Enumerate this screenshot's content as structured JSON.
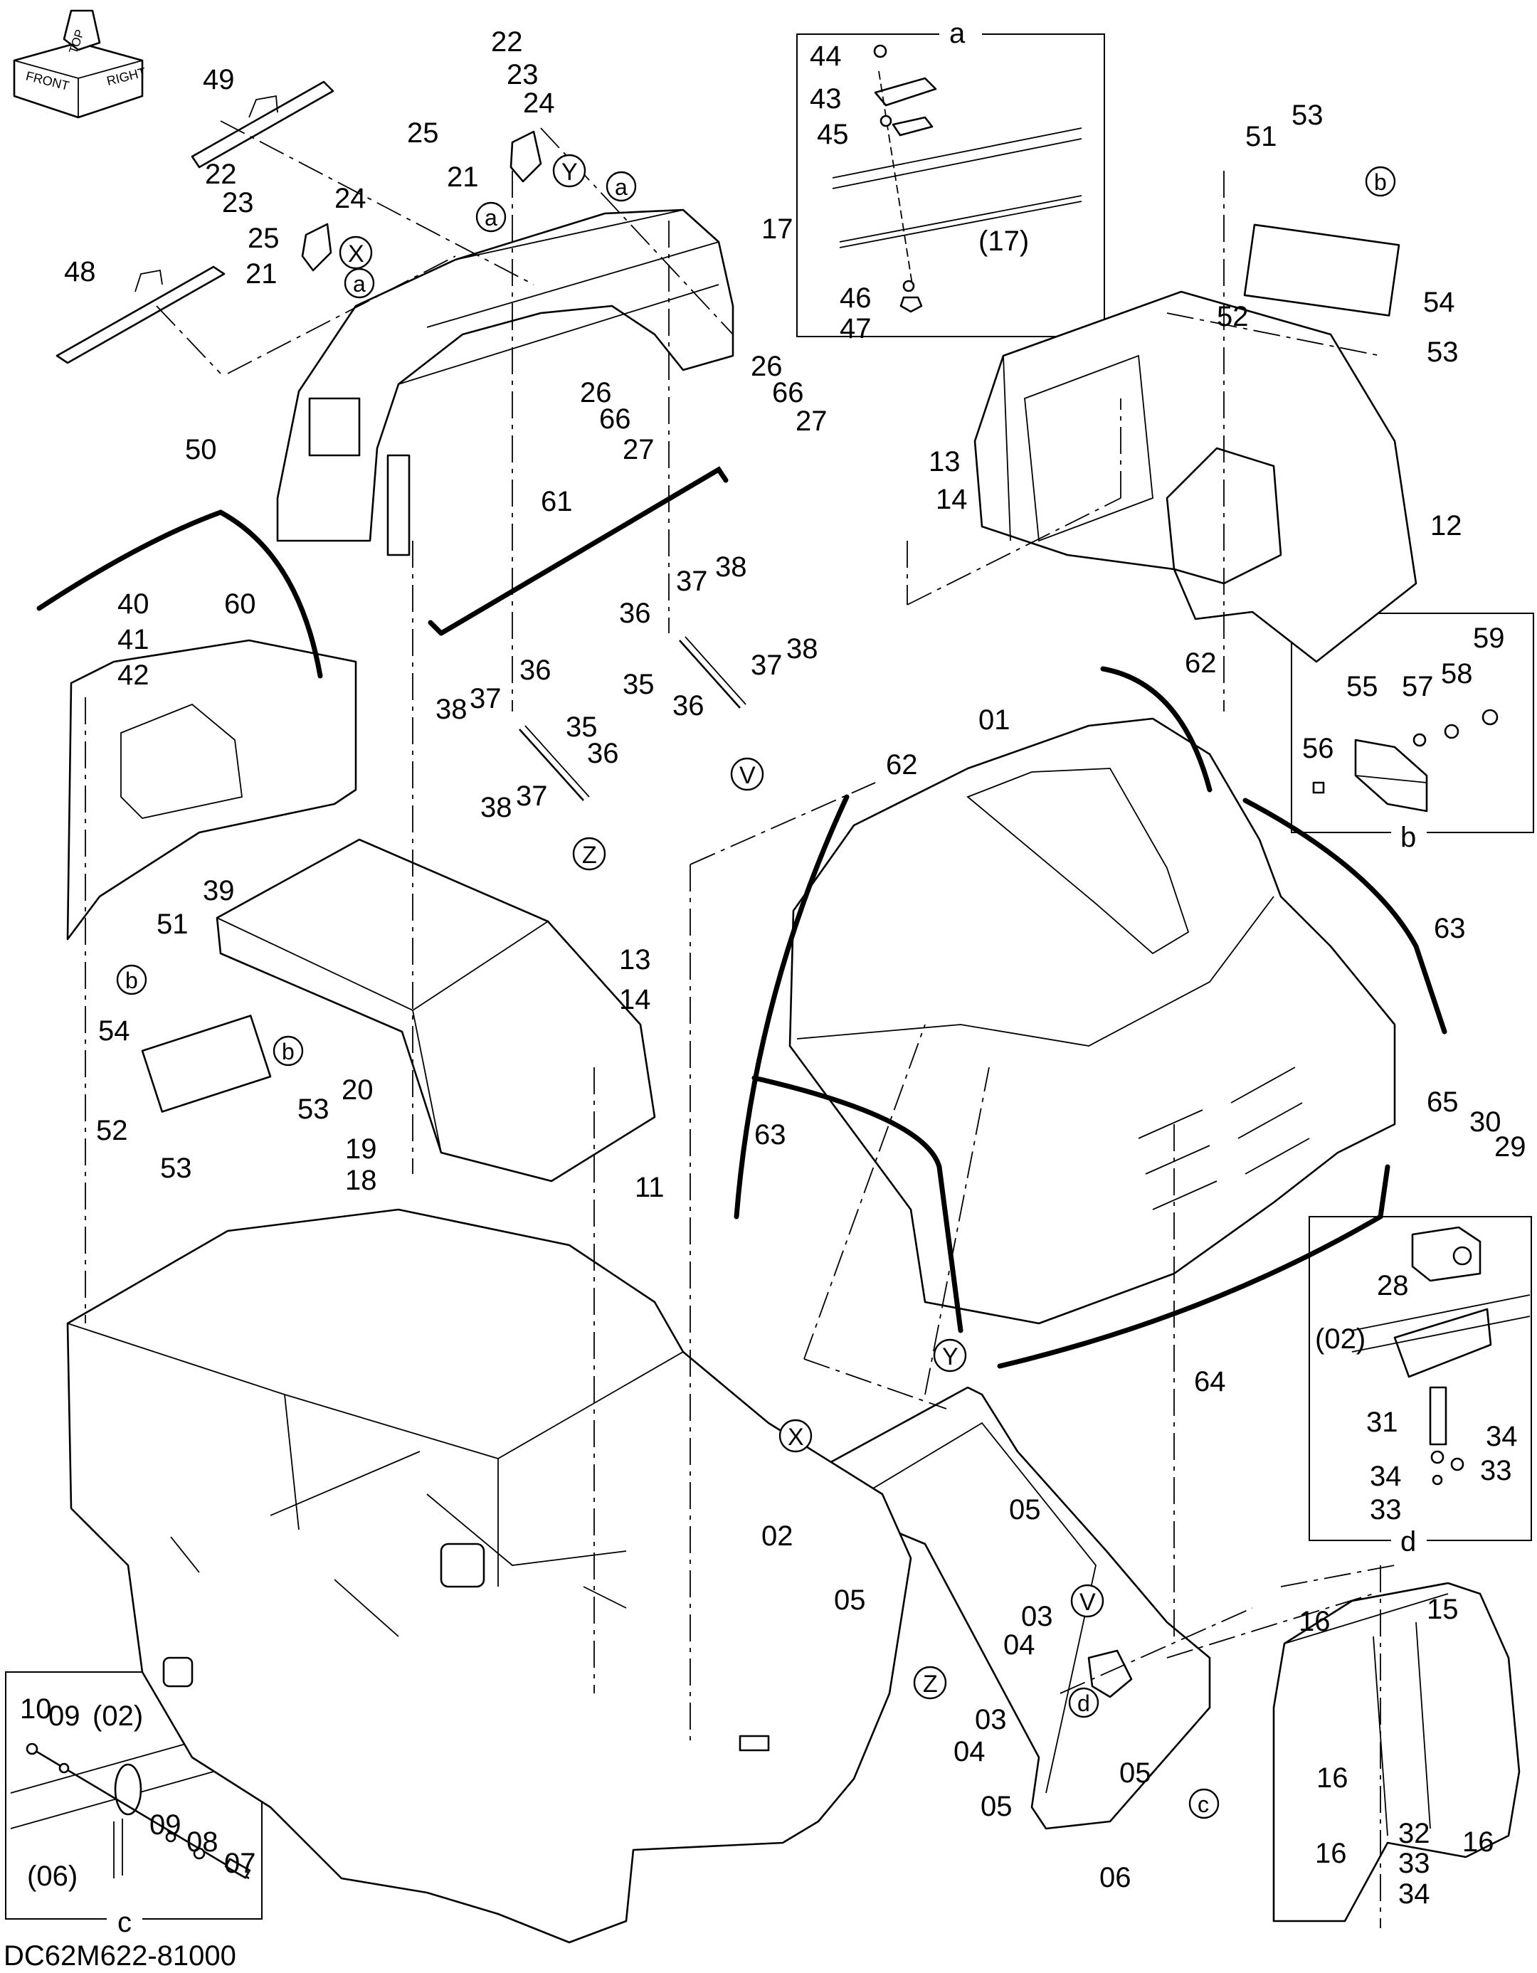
{
  "drawing_code": "DC62M622-81000",
  "orientation_cube": {
    "top": "TOP",
    "front": "FRONT",
    "right": "RIGHT"
  },
  "callouts": [
    "a",
    "b",
    "c",
    "d"
  ],
  "ref_circles": [
    "X",
    "Y",
    "Z",
    "V"
  ],
  "parts": {
    "p01": "01",
    "p02": "02",
    "p02ref": "(02)",
    "p03": "03",
    "p04": "04",
    "p05": "05",
    "p06": "06",
    "p06ref": "(06)",
    "p07": "07",
    "p08": "08",
    "p09": "09",
    "p10": "10",
    "p11": "11",
    "p12": "12",
    "p13": "13",
    "p14": "14",
    "p15": "15",
    "p16": "16",
    "p17": "17",
    "p17ref": "(17)",
    "p18": "18",
    "p19": "19",
    "p20": "20",
    "p21": "21",
    "p22": "22",
    "p23": "23",
    "p24": "24",
    "p25": "25",
    "p26": "26",
    "p27": "27",
    "p28": "28",
    "p29": "29",
    "p30": "30",
    "p31": "31",
    "p32": "32",
    "p33": "33",
    "p34": "34",
    "p35": "35",
    "p36": "36",
    "p37": "37",
    "p38": "38",
    "p39": "39",
    "p40": "40",
    "p41": "41",
    "p42": "42",
    "p43": "43",
    "p44": "44",
    "p45": "45",
    "p46": "46",
    "p47": "47",
    "p48": "48",
    "p49": "49",
    "p50": "50",
    "p51": "51",
    "p52": "52",
    "p53": "53",
    "p54": "54",
    "p55": "55",
    "p56": "56",
    "p57": "57",
    "p58": "58",
    "p59": "59",
    "p60": "60",
    "p61": "61",
    "p62": "62",
    "p63": "63",
    "p64": "64",
    "p65": "65",
    "p66": "66"
  }
}
